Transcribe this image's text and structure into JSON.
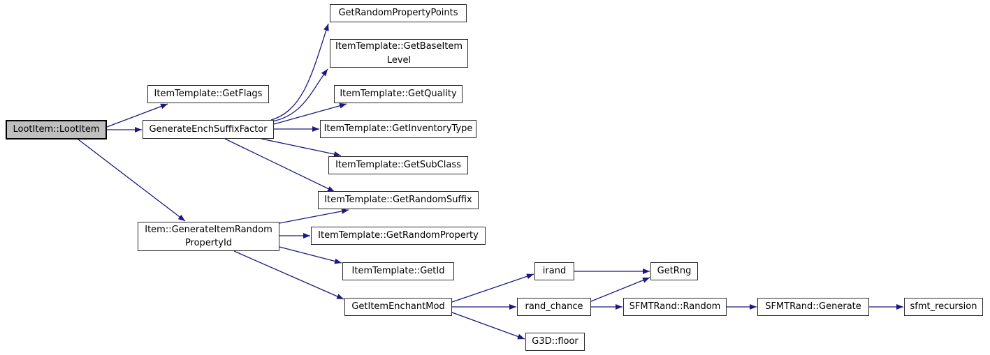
{
  "colors": {
    "bg": "#ffffff",
    "edge_color": "#1a1a80",
    "node_border": "#2b2b2b",
    "node_fill": "#ffffff",
    "highlight_fill": "#bfbfbf",
    "highlight_border": "#000000",
    "text_color": "#000000"
  },
  "diagram": {
    "type": "call-graph",
    "root": "LootItem::LootItem",
    "nodes": {
      "loot_item": {
        "label": "LootItem::LootItem",
        "highlighted": true
      },
      "get_flags": {
        "label": "ItemTemplate::GetFlags"
      },
      "generate_ench_suffix_factor": {
        "label": "GenerateEnchSuffixFactor"
      },
      "get_random_property_points": {
        "label": "GetRandomPropertyPoints"
      },
      "get_base_item_level": {
        "label": "ItemTemplate::GetBaseItem\nLevel"
      },
      "get_quality": {
        "label": "ItemTemplate::GetQuality"
      },
      "get_inventory_type": {
        "label": "ItemTemplate::GetInventoryType"
      },
      "get_sub_class": {
        "label": "ItemTemplate::GetSubClass"
      },
      "get_random_suffix": {
        "label": "ItemTemplate::GetRandomSuffix"
      },
      "generate_item_random_property_id": {
        "label": "Item::GenerateItemRandom\nPropertyId"
      },
      "get_random_property": {
        "label": "ItemTemplate::GetRandomProperty"
      },
      "get_id": {
        "label": "ItemTemplate::GetId"
      },
      "get_item_enchant_mod": {
        "label": "GetItemEnchantMod"
      },
      "irand": {
        "label": "irand"
      },
      "rand_chance": {
        "label": "rand_chance"
      },
      "g3d_floor": {
        "label": "G3D::floor"
      },
      "get_rng": {
        "label": "GetRng"
      },
      "sfmt_random": {
        "label": "SFMTRand::Random"
      },
      "sfmt_generate": {
        "label": "SFMTRand::Generate"
      },
      "sfmt_recursion": {
        "label": "sfmt_recursion"
      }
    },
    "edges": [
      {
        "from": "loot_item",
        "to": "get_flags"
      },
      {
        "from": "loot_item",
        "to": "generate_ench_suffix_factor"
      },
      {
        "from": "loot_item",
        "to": "generate_item_random_property_id"
      },
      {
        "from": "generate_ench_suffix_factor",
        "to": "get_random_property_points"
      },
      {
        "from": "generate_ench_suffix_factor",
        "to": "get_base_item_level"
      },
      {
        "from": "generate_ench_suffix_factor",
        "to": "get_quality"
      },
      {
        "from": "generate_ench_suffix_factor",
        "to": "get_inventory_type"
      },
      {
        "from": "generate_ench_suffix_factor",
        "to": "get_sub_class"
      },
      {
        "from": "generate_ench_suffix_factor",
        "to": "get_random_suffix"
      },
      {
        "from": "generate_item_random_property_id",
        "to": "get_random_suffix"
      },
      {
        "from": "generate_item_random_property_id",
        "to": "get_random_property"
      },
      {
        "from": "generate_item_random_property_id",
        "to": "get_id"
      },
      {
        "from": "generate_item_random_property_id",
        "to": "get_item_enchant_mod"
      },
      {
        "from": "get_item_enchant_mod",
        "to": "irand"
      },
      {
        "from": "get_item_enchant_mod",
        "to": "rand_chance"
      },
      {
        "from": "get_item_enchant_mod",
        "to": "g3d_floor"
      },
      {
        "from": "irand",
        "to": "get_rng"
      },
      {
        "from": "rand_chance",
        "to": "get_rng"
      },
      {
        "from": "rand_chance",
        "to": "sfmt_random"
      },
      {
        "from": "sfmt_random",
        "to": "sfmt_generate"
      },
      {
        "from": "sfmt_generate",
        "to": "sfmt_recursion"
      }
    ]
  }
}
